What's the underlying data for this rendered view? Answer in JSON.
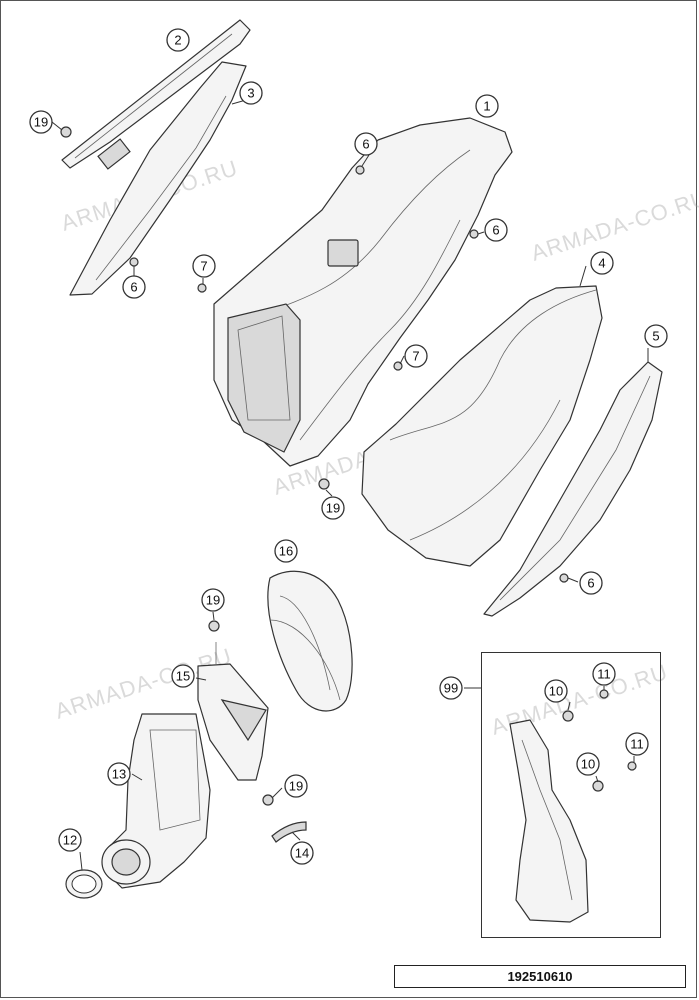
{
  "diagram": {
    "drawing_number": "192510610",
    "watermark": "ARMADA-CO.RU",
    "callouts": [
      {
        "key": "c2",
        "label": "2"
      },
      {
        "key": "c3",
        "label": "3"
      },
      {
        "key": "c19a",
        "label": "19"
      },
      {
        "key": "c1",
        "label": "1"
      },
      {
        "key": "c6a",
        "label": "6"
      },
      {
        "key": "c6b",
        "label": "6"
      },
      {
        "key": "c7a",
        "label": "7"
      },
      {
        "key": "c6c",
        "label": "6"
      },
      {
        "key": "c4",
        "label": "4"
      },
      {
        "key": "c5",
        "label": "5"
      },
      {
        "key": "c7b",
        "label": "7"
      },
      {
        "key": "c19b",
        "label": "19"
      },
      {
        "key": "c16",
        "label": "16"
      },
      {
        "key": "c6d",
        "label": "6"
      },
      {
        "key": "c19c",
        "label": "19"
      },
      {
        "key": "c15",
        "label": "15"
      },
      {
        "key": "c99",
        "label": "99"
      },
      {
        "key": "c11a",
        "label": "11"
      },
      {
        "key": "c10a",
        "label": "10"
      },
      {
        "key": "c11b",
        "label": "11"
      },
      {
        "key": "c10b",
        "label": "10"
      },
      {
        "key": "c13",
        "label": "13"
      },
      {
        "key": "c19d",
        "label": "19"
      },
      {
        "key": "c12",
        "label": "12"
      },
      {
        "key": "c14",
        "label": "14"
      }
    ]
  }
}
